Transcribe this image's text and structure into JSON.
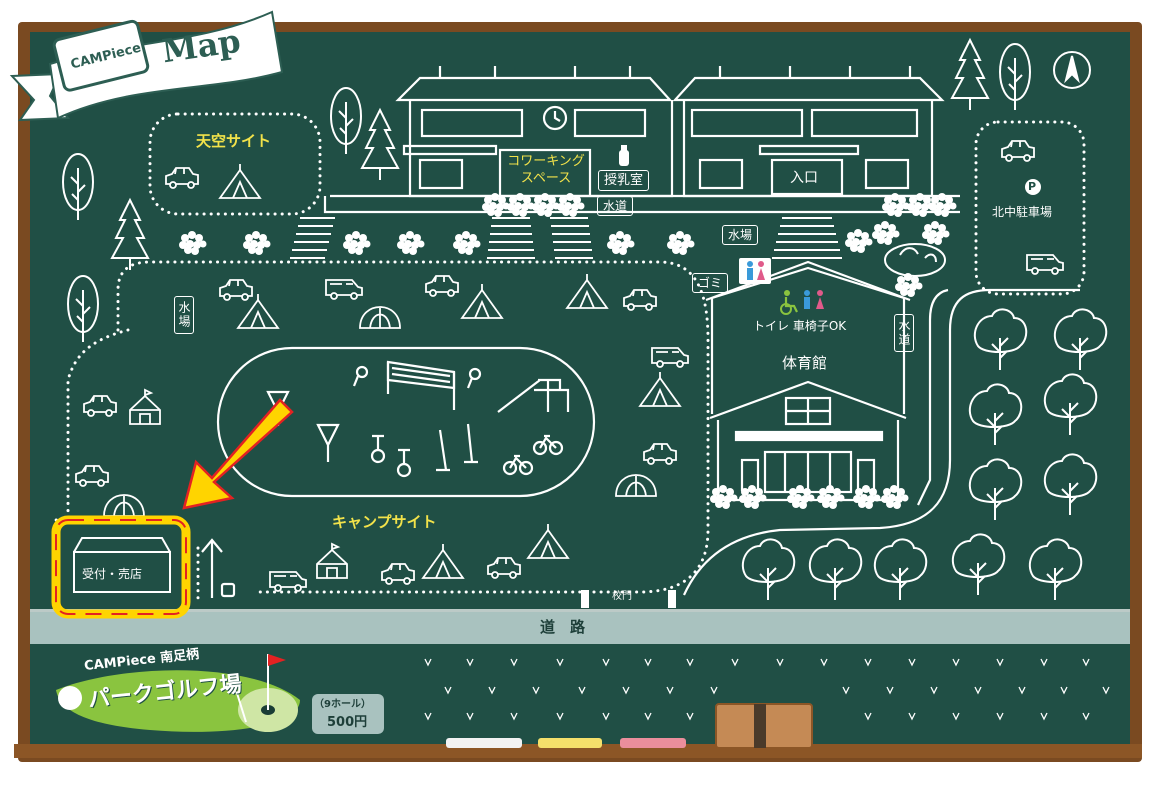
{
  "header": {
    "brand": "CAMPiece",
    "map_word": "Map"
  },
  "areas": {
    "tenku_site": "天空サイト",
    "camp_site": "キャンプサイト",
    "coworking": "コワーキング\nスペース",
    "nursing_room": "授乳室",
    "entrance": "入口",
    "gym": "体育館",
    "toilet_wheelchair": "トイレ 車椅子OK",
    "north_parking": "北中駐車場",
    "parking_symbol": "P",
    "reception": "受付・売店",
    "school_gate": "校門",
    "road": "道　路"
  },
  "labels": {
    "water_tap_upper": "水道",
    "water_place_upper": "水場",
    "water_place_left": "水場",
    "water_tap_right": "水道",
    "trash": "ゴミ"
  },
  "footer": {
    "golf_brand": "CAMPiece 南足柄",
    "golf_name": "パークゴルフ場",
    "holes": "（9ホール）",
    "price": "500円"
  },
  "colors": {
    "board": "#204f45",
    "frame": "#7a4a21",
    "chalk": "#ffffff",
    "accent_yellow": "#f2e24a",
    "road": "#a9c2bf",
    "arrow": "#ffd400",
    "highlight_red": "#e32222",
    "golf_green": "#8ac43f"
  }
}
